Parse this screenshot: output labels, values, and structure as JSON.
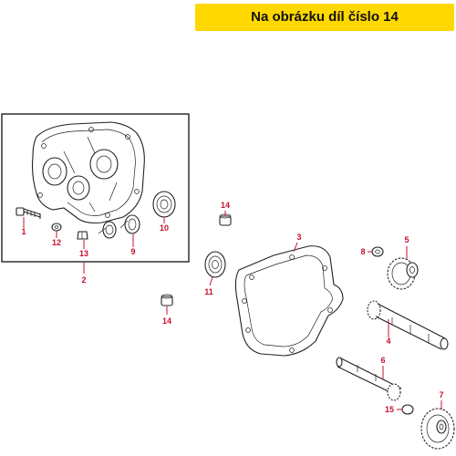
{
  "header": {
    "title": "Na obrázku díl číslo 14"
  },
  "colors": {
    "banner": "#ffd800",
    "callout": "#c8102e",
    "line": "#222222"
  },
  "callouts": [
    "1",
    "2",
    "3",
    "4",
    "5",
    "6",
    "7",
    "8",
    "9",
    "10",
    "11",
    "12",
    "13",
    "14",
    "14",
    "15"
  ]
}
